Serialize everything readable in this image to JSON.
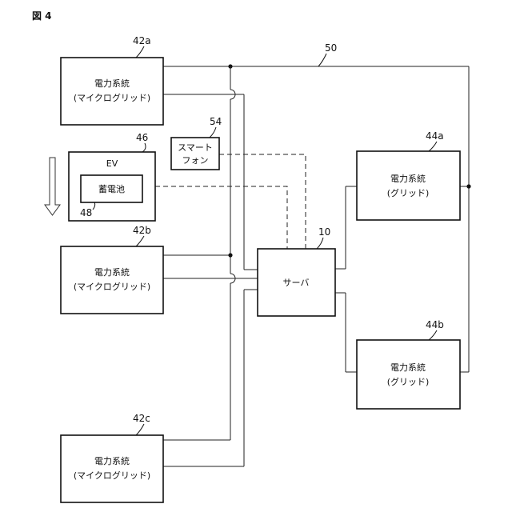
{
  "figure": {
    "title": "図 4"
  },
  "microgrid_42a": {
    "ref": "42a",
    "line1": "電力系統",
    "line2": "(マイクログリッド)"
  },
  "microgrid_42b": {
    "ref": "42b",
    "line1": "電力系統",
    "line2": "(マイクログリッド)"
  },
  "microgrid_42c": {
    "ref": "42c",
    "line1": "電力系統",
    "line2": "(マイクログリッド)"
  },
  "ev": {
    "ref": "46",
    "label": "EV",
    "battery": {
      "ref": "48",
      "label": "蓄電池"
    },
    "arrow_direction": "down"
  },
  "smartphone": {
    "ref": "54",
    "line1": "スマート",
    "line2": "フォン"
  },
  "server": {
    "ref": "10",
    "label": "サーバ"
  },
  "grid_44a": {
    "ref": "44a",
    "line1": "電力系統",
    "line2": "(グリッド)"
  },
  "grid_44b": {
    "ref": "44b",
    "line1": "電力系統",
    "line2": "(グリッド)"
  },
  "power_line": {
    "ref": "50"
  }
}
